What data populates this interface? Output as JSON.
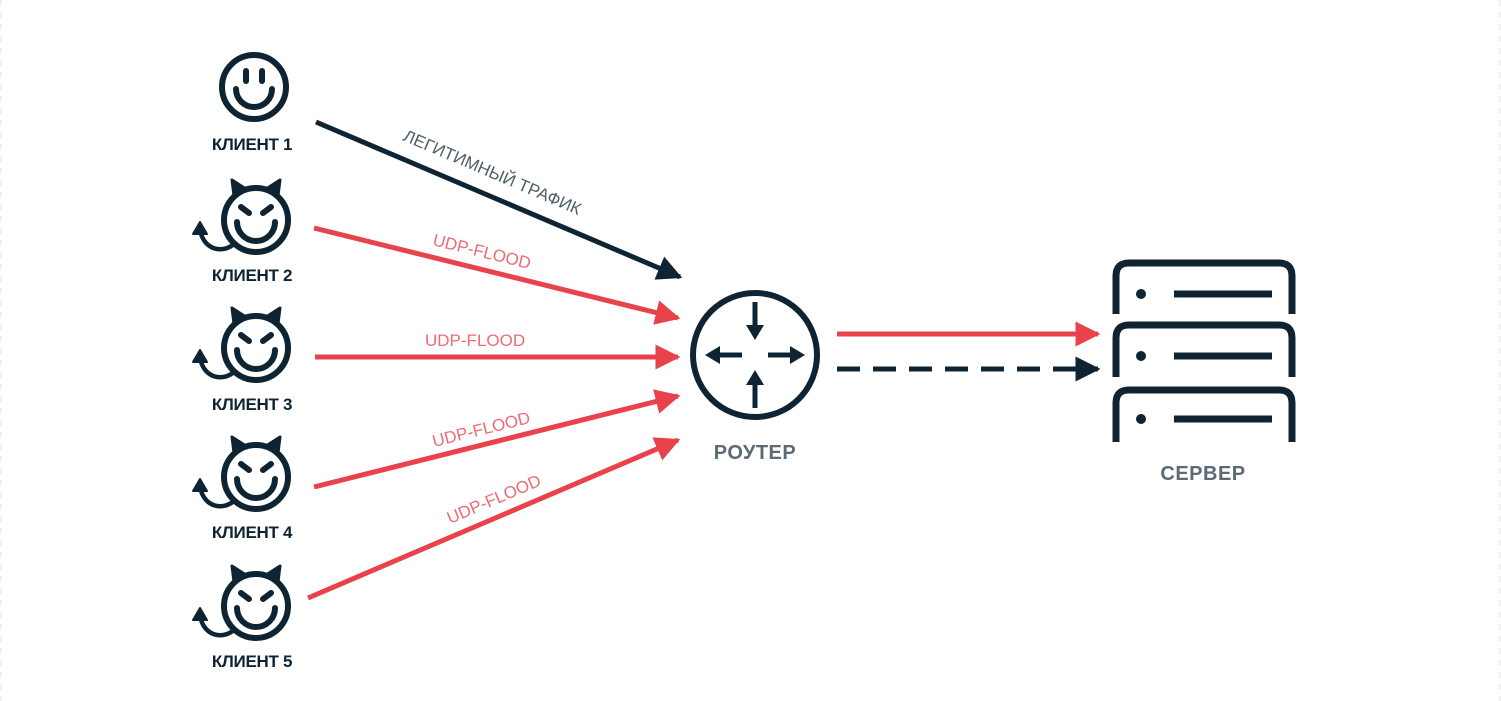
{
  "colors": {
    "dark": "#0e2433",
    "attack": "#e8434b",
    "attack_label": "#ee6b73",
    "legit_label": "#4f5e69",
    "node_label": "#5b6a75",
    "background": "#ffffff"
  },
  "clients": [
    {
      "label": "КЛИЕНТ 1",
      "type": "legitimate",
      "icon": "smiley-icon"
    },
    {
      "label": "КЛИЕНТ 2",
      "type": "malicious",
      "icon": "devil-smiley-icon"
    },
    {
      "label": "КЛИЕНТ 3",
      "type": "malicious",
      "icon": "devil-smiley-icon"
    },
    {
      "label": "КЛИЕНТ 4",
      "type": "malicious",
      "icon": "devil-smiley-icon"
    },
    {
      "label": "КЛИЕНТ 5",
      "type": "malicious",
      "icon": "devil-smiley-icon"
    }
  ],
  "edges": [
    {
      "from": "КЛИЕНТ 1",
      "to": "РОУТЕР",
      "label": "ЛЕГИТИМНЫЙ ТРАФИК",
      "style": "solid-dark"
    },
    {
      "from": "КЛИЕНТ 2",
      "to": "РОУТЕР",
      "label": "UDP-FLOOD",
      "style": "solid-red"
    },
    {
      "from": "КЛИЕНТ 3",
      "to": "РОУТЕР",
      "label": "UDP-FLOOD",
      "style": "solid-red"
    },
    {
      "from": "КЛИЕНТ 4",
      "to": "РОУТЕР",
      "label": "UDP-FLOOD",
      "style": "solid-red"
    },
    {
      "from": "КЛИЕНТ 5",
      "to": "РОУТЕР",
      "label": "UDP-FLOOD",
      "style": "solid-red"
    },
    {
      "from": "РОУТЕР",
      "to": "СЕРВЕР",
      "label": "",
      "style": "solid-red"
    },
    {
      "from": "РОУТЕР",
      "to": "СЕРВЕР",
      "label": "",
      "style": "dashed-dark"
    }
  ],
  "router": {
    "label": "РОУТЕР",
    "icon": "router-icon"
  },
  "server": {
    "label": "СЕРВЕР",
    "icon": "server-icon"
  }
}
